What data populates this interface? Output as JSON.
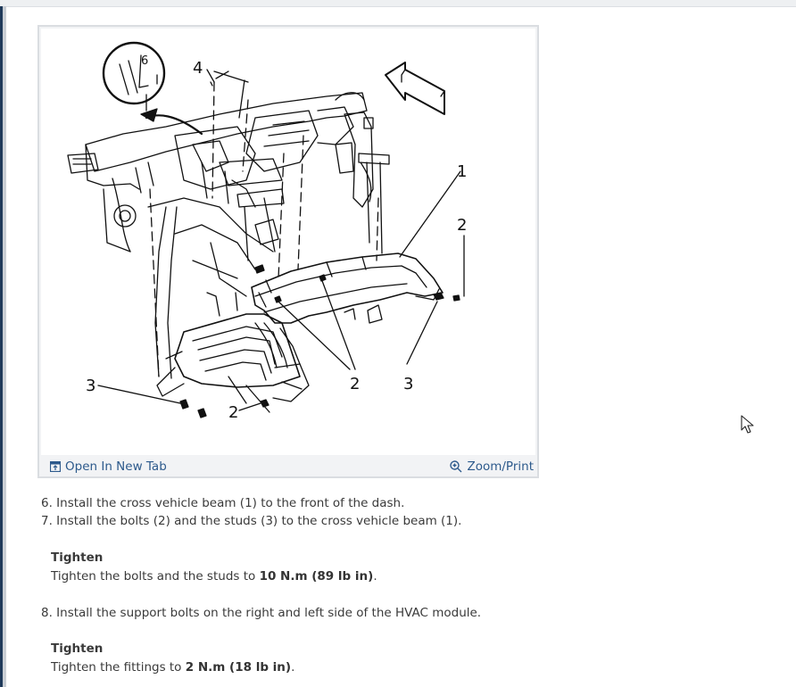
{
  "figure": {
    "callouts": {
      "c1": "1",
      "c2a": "2",
      "c2b": "2",
      "c2c": "2",
      "c3a": "3",
      "c3b": "3",
      "c4": "4",
      "c6": "6"
    },
    "open_tab_label": "Open In New Tab",
    "zoom_label": "Zoom/Print"
  },
  "instructions": {
    "step6": "6. Install the cross vehicle beam (1) to the front of the dash.",
    "step7": "7. Install the bolts (2) and the studs (3) to the cross vehicle beam (1).",
    "tighten1_head": "Tighten",
    "tighten1_pre": "Tighten the bolts and the studs to ",
    "tighten1_value": "10 N.m (89 lb in)",
    "tighten1_post": ".",
    "step8": "8. Install the support bolts on the right and left side of the HVAC module.",
    "tighten2_head": "Tighten",
    "tighten2_pre": "Tighten the fittings to ",
    "tighten2_value": "2 N.m (18 lb in)",
    "tighten2_post": "."
  },
  "colors": {
    "link": "#2d5a8c",
    "text": "#3a3a3a",
    "frame": "#dadde1"
  }
}
